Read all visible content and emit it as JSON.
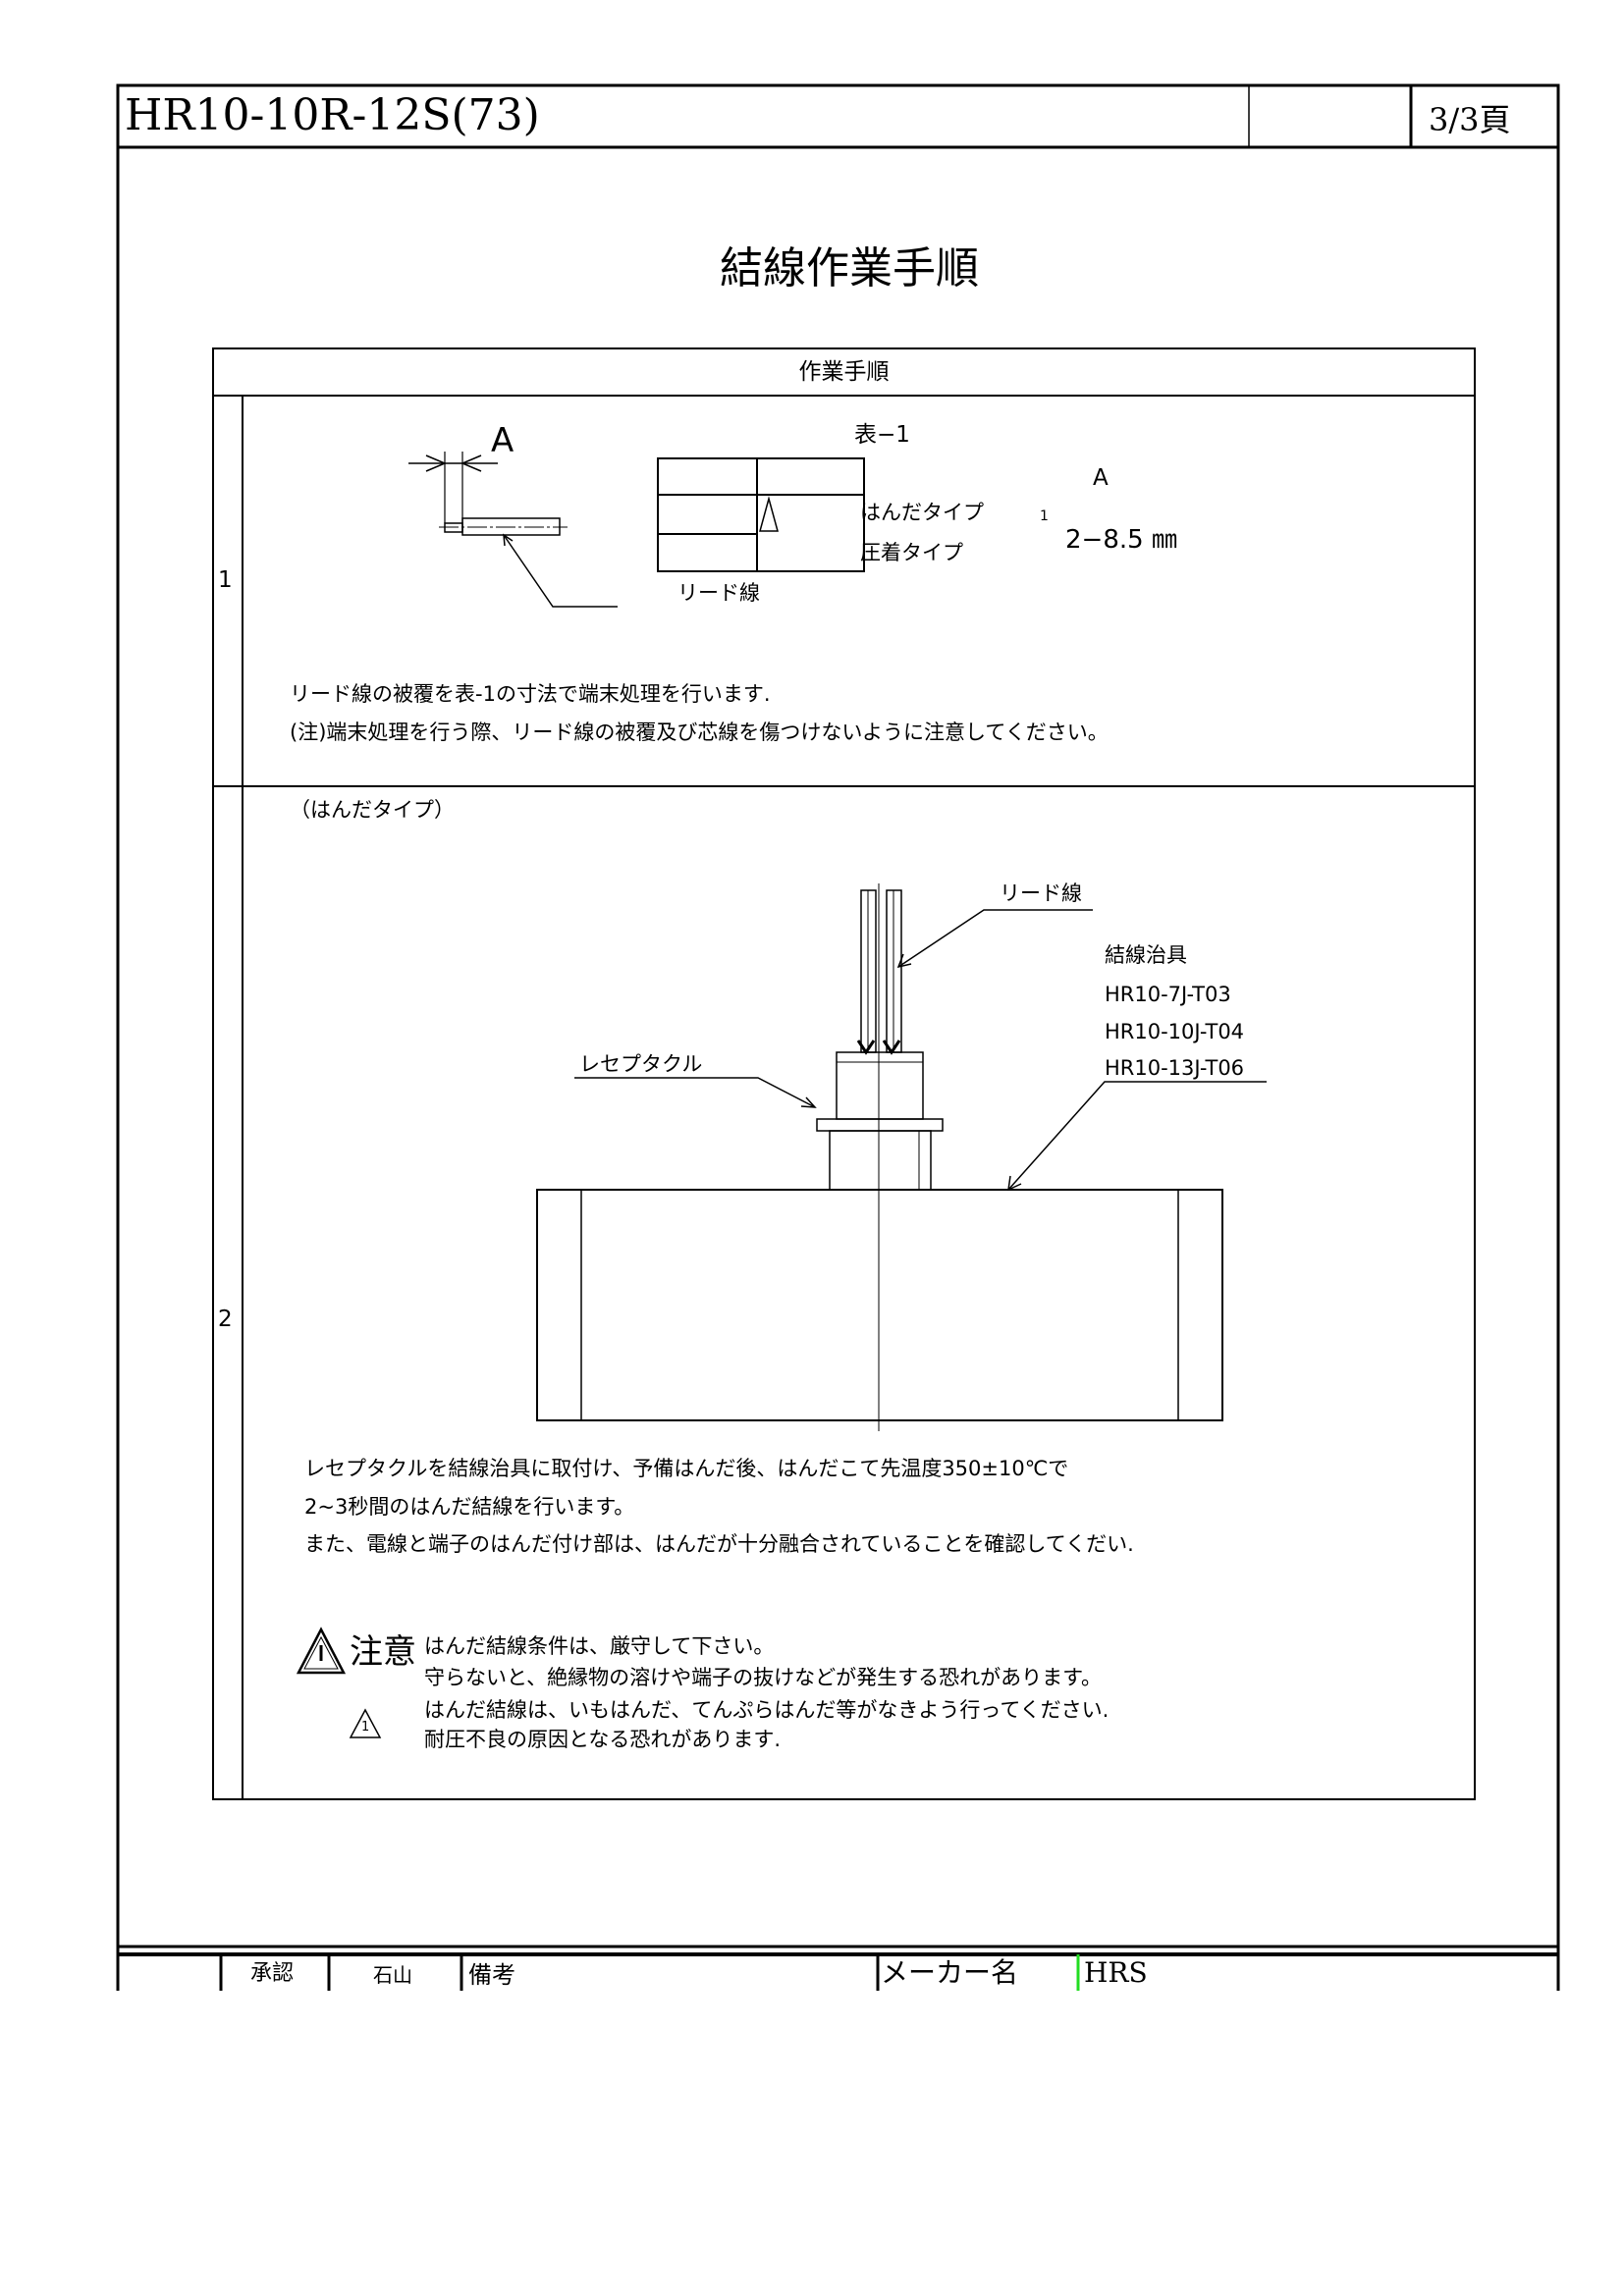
{
  "header": {
    "doc_number": "HR10-10R-12S(73)",
    "page": "3/3頁"
  },
  "title": "結線作業手順",
  "table": {
    "header": "作業手順",
    "steps": [
      {
        "number": "1",
        "drawing": {
          "dimension_label": "A",
          "lead_label": "リード線"
        },
        "spec_table": {
          "caption": "表−1",
          "column_header": "A",
          "rows": [
            "はんだタイプ",
            "圧着タイプ"
          ],
          "revision_mark": "1",
          "value": "2−8.5 ㎜"
        },
        "notes": [
          "リード線の被覆を表-1の寸法で端末処理を行います.",
          "(注)端末処理を行う際、リード線の被覆及び芯線を傷つけないように注意してください。"
        ]
      },
      {
        "number": "2",
        "subtitle": "（はんだタイプ）",
        "drawing": {
          "lead_label": "リード線",
          "receptacle_label": "レセプタクル",
          "jig_label": "結線治具",
          "jig_parts": [
            "HR10-7J-T03",
            "HR10-10J-T04",
            "HR10-13J-T06"
          ]
        },
        "notes": [
          "レセプタクルを結線治具に取付け、予備はんだ後、はんだこて先温度350±10℃で",
          "2~3秒間のはんだ結線を行います。",
          "また、電線と端子のはんだ付け部は、はんだが十分融合されていることを確認してくだい."
        ],
        "caution": {
          "label": "注意",
          "revision_mark": "1",
          "lines": [
            "はんだ結線条件は、厳守して下さい。",
            "守らないと、絶縁物の溶けや端子の抜けなどが発生する恐れがあります。",
            "はんだ結線は、いもはんだ、てんぷらはんだ等がなきよう行ってください.",
            "耐圧不良の原因となる恐れがあります."
          ]
        }
      }
    ]
  },
  "footer": {
    "approval_label": "承認",
    "approver": "石山",
    "remarks_label": "備考",
    "maker_label": "メーカー名",
    "maker": "HRS"
  },
  "colors": {
    "line": "#000000",
    "accent_green": "#22dd22"
  }
}
